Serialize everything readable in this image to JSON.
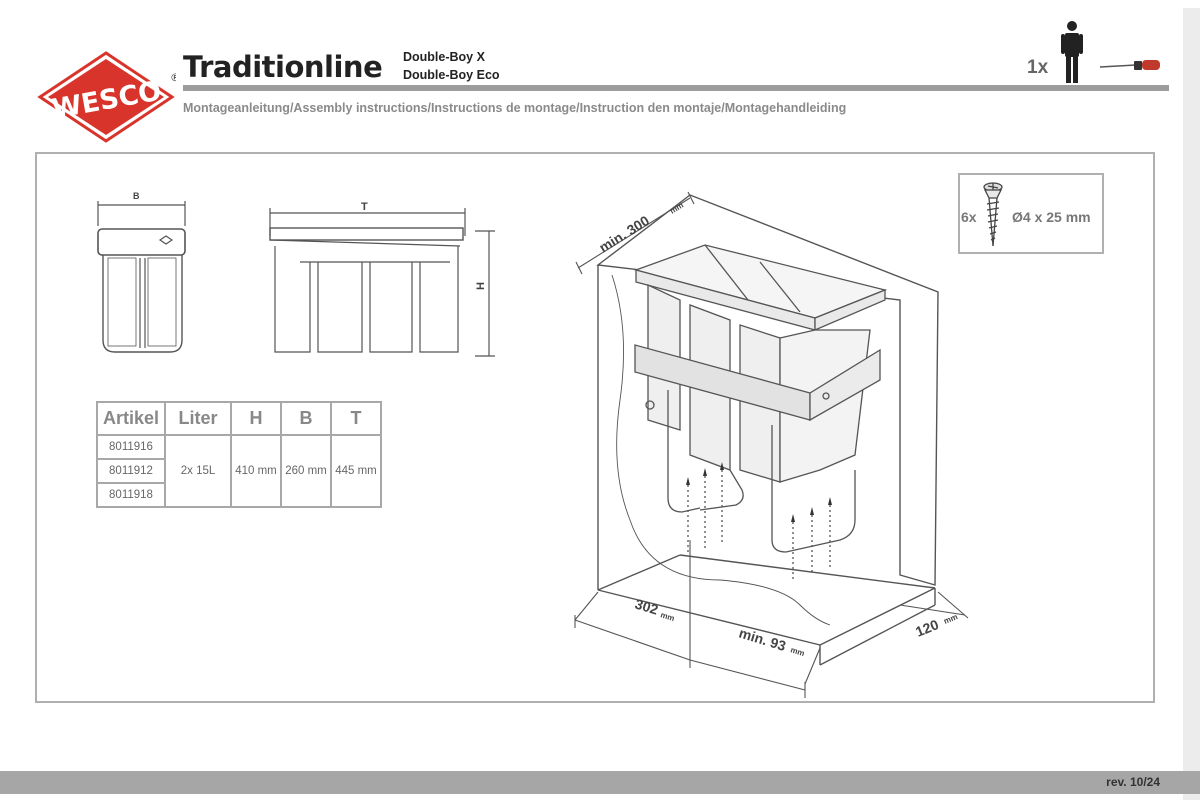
{
  "brand": {
    "logo_text": "WESCO",
    "registered_mark": "®",
    "title": "Traditionline",
    "models": [
      "Double-Boy X",
      "Double-Boy Eco"
    ],
    "logo_color": "#d9342b"
  },
  "requirements": {
    "persons_label": "1x",
    "person_icon": "person-icon",
    "tool_icon": "screwdriver-icon"
  },
  "subtitle": "Montageanleitung/Assembly instructions/Instructions de montage/Instruction den montaje/Montagehandleiding",
  "dimensions": {
    "b_label": "B",
    "t_label": "T",
    "h_label": "H"
  },
  "spec_table": {
    "headers": [
      "Artikel",
      "Liter",
      "H",
      "B",
      "T"
    ],
    "articles": [
      "8011916",
      "8011912",
      "8011918"
    ],
    "liter": "2x 15L",
    "h": "410 mm",
    "b": "260 mm",
    "t": "445 mm"
  },
  "screws": {
    "qty": "6x",
    "size": "Ø4 x 25 mm"
  },
  "cabinet_dims": {
    "min_depth": "min. 300",
    "width": "302",
    "min_side": "min. 93",
    "front": "120",
    "unit": "mm"
  },
  "footer": {
    "rev": "rev. 10/24"
  }
}
